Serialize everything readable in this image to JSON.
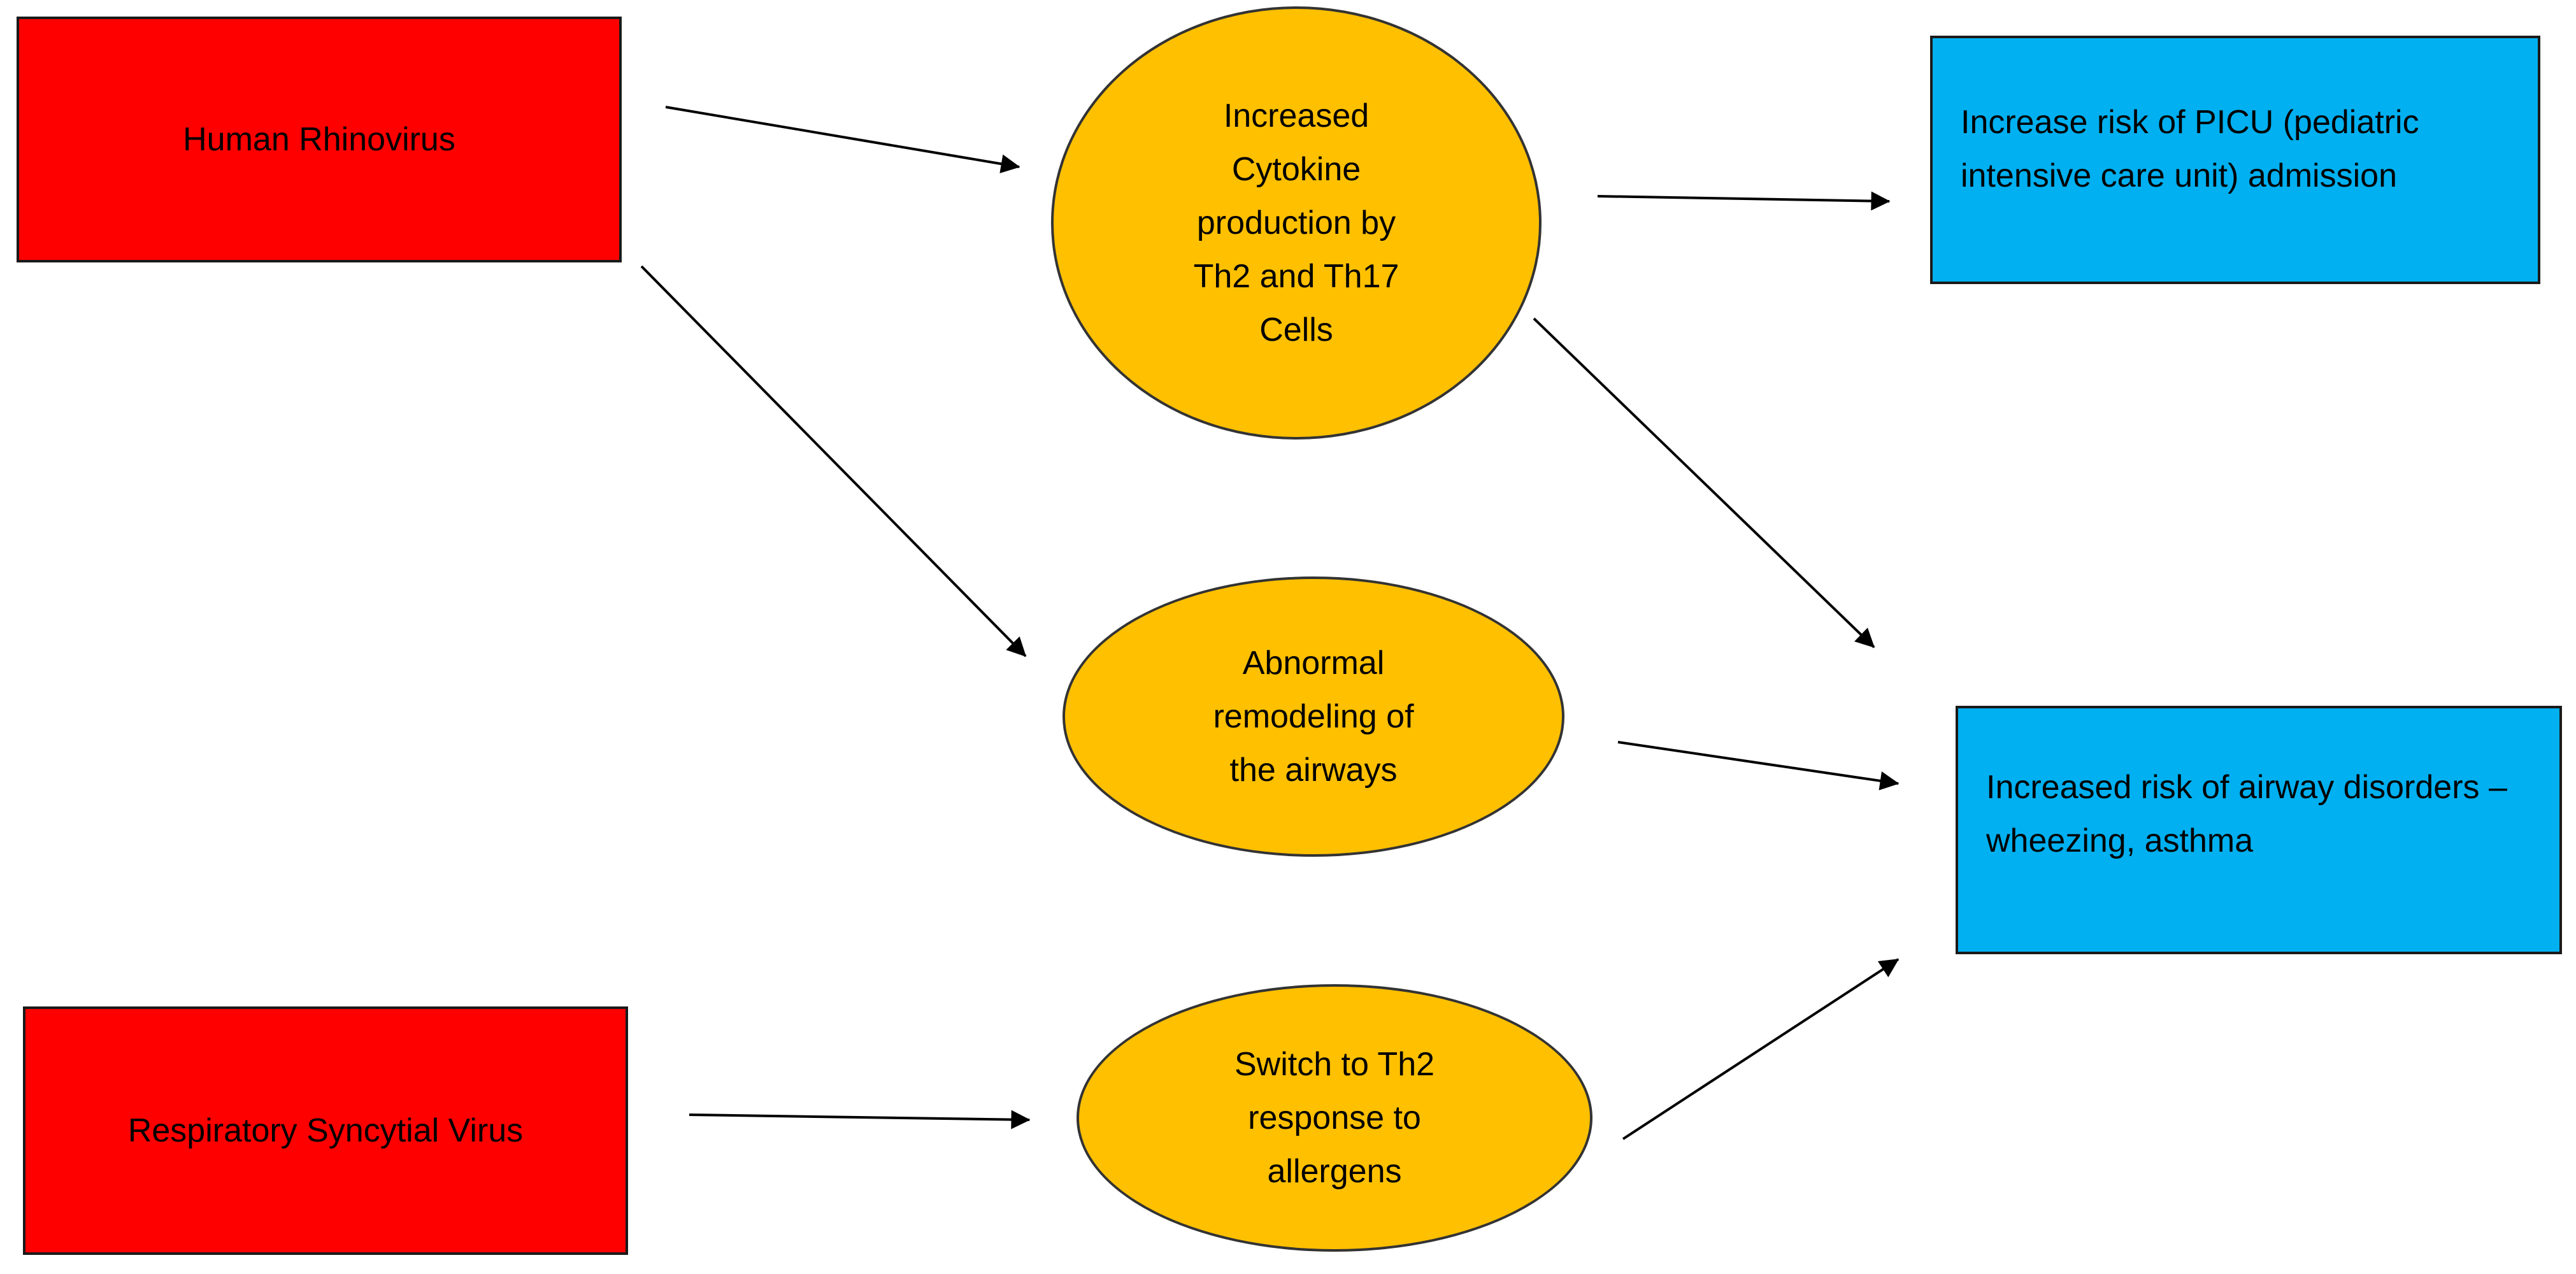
{
  "diagram": {
    "nodes": {
      "human_rhinovirus": {
        "label": "Human Rhinovirus"
      },
      "respiratory_syncytial_virus": {
        "label": "Respiratory Syncytial Virus"
      },
      "cytokine": {
        "label": "Increased Cytokine production by Th2 and Th17 Cells"
      },
      "remodeling": {
        "label": "Abnormal remodeling of the airways"
      },
      "th2_switch": {
        "label": "Switch to Th2 response to allergens"
      },
      "picu": {
        "label": "Increase risk of PICU (pediatric intensive care unit) admission"
      },
      "airway": {
        "label": "Increased risk of airway disorders – wheezing, asthma"
      }
    },
    "edges": [
      {
        "from": "human_rhinovirus",
        "to": "cytokine"
      },
      {
        "from": "human_rhinovirus",
        "to": "remodeling"
      },
      {
        "from": "cytokine",
        "to": "picu"
      },
      {
        "from": "cytokine",
        "to": "airway"
      },
      {
        "from": "remodeling",
        "to": "airway"
      },
      {
        "from": "respiratory_syncytial_virus",
        "to": "th2_switch"
      },
      {
        "from": "th2_switch",
        "to": "airway"
      }
    ],
    "colors": {
      "virus_box": "#ff0000",
      "mechanism_oval": "#ffc000",
      "outcome_box": "#00b0f0"
    }
  }
}
